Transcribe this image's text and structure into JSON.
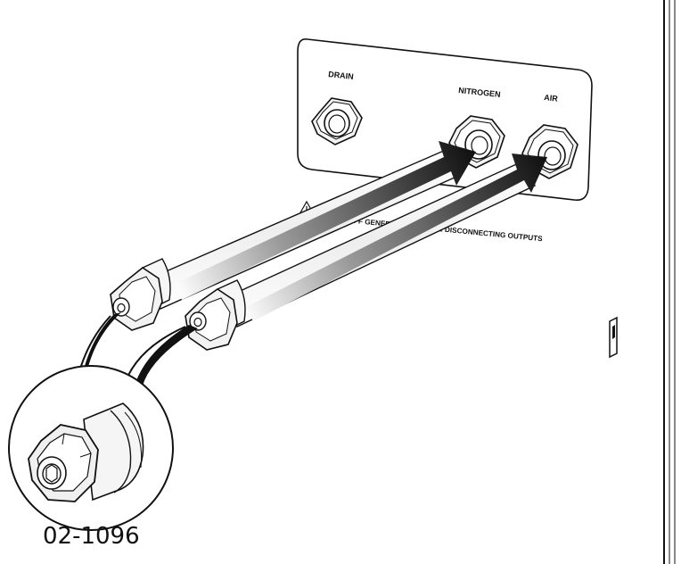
{
  "diagram": {
    "panel_labels": {
      "drain": "DRAIN",
      "nitrogen": "NITROGEN",
      "air": "AIR"
    },
    "warning_text": "SWITCH OFF GENERATOR BEFORE DISCONNECTING OUTPUTS",
    "figure_id": "02-1096",
    "colors": {
      "line": "#111111",
      "arrow_dark": "#111111",
      "arrow_light": "#ffffff"
    }
  }
}
